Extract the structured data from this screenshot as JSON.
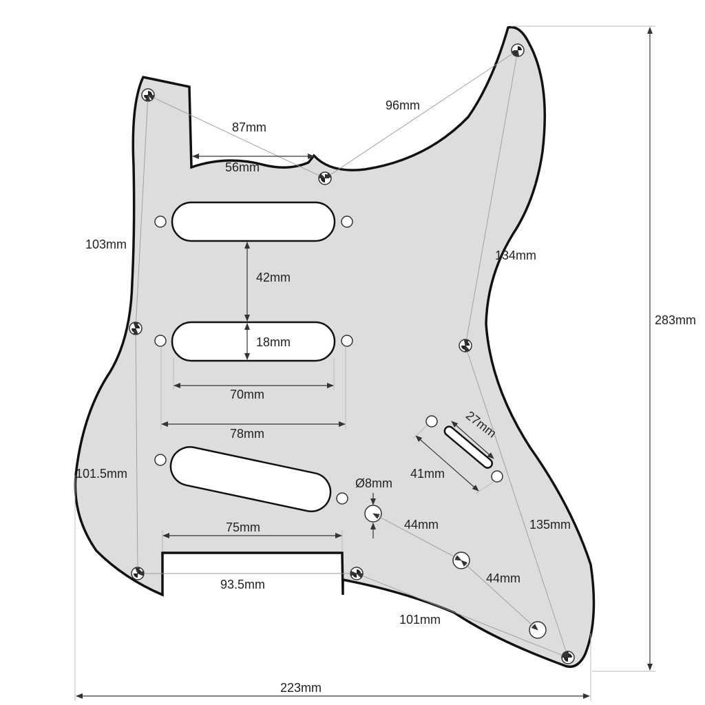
{
  "colors": {
    "guard_fill": "#dddddd",
    "guard_outline": "#111111",
    "background": "#ffffff",
    "line": "#333333"
  },
  "dimensions": {
    "d_87": "87mm",
    "d_96": "96mm",
    "d_56": "56mm",
    "d_103": "103mm",
    "d_134": "134mm",
    "d_42": "42mm",
    "d_283": "283mm",
    "d_18": "18mm",
    "d_70": "70mm",
    "d_78": "78mm",
    "d_27": "27mm",
    "d_41": "41mm",
    "d_101_5": "101.5mm",
    "d_8": "Ø8mm",
    "d_44a": "44mm",
    "d_75": "75mm",
    "d_135": "135mm",
    "d_44b": "44mm",
    "d_93_5": "93.5mm",
    "d_101": "101mm",
    "d_223": "223mm"
  }
}
